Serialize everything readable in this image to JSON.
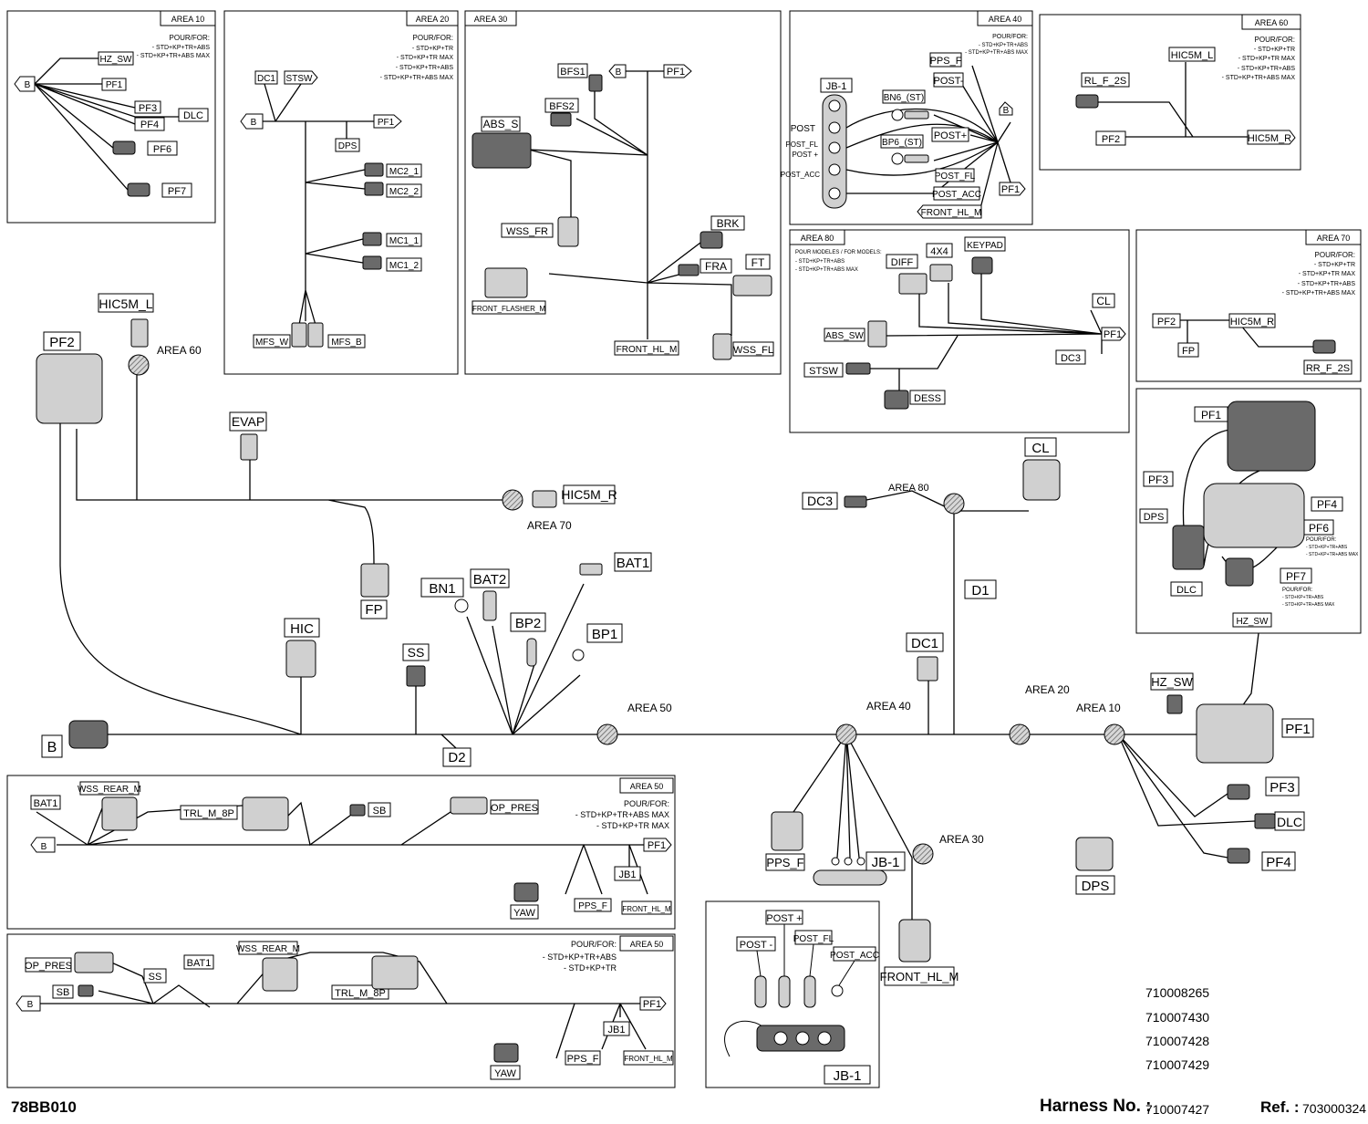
{
  "diagram_code": "78BB010",
  "harness": {
    "label": "Harness No. :",
    "numbers": [
      "710008265",
      "710007430",
      "710007428",
      "710007429",
      "710007427"
    ]
  },
  "reference": {
    "label": "Ref. :",
    "value": "703000324"
  },
  "pour_for": "POUR/FOR:",
  "pour_models": "POUR MODELES / FOR MODELS:",
  "variants": {
    "abs": "- STD+KP+TR+ABS",
    "abs_max": "- STD+KP+TR+ABS MAX",
    "tr": "- STD+KP+TR",
    "tr_max": "- STD+KP+TR MAX"
  },
  "areas": {
    "a10": "AREA 10",
    "a20": "AREA 20",
    "a30": "AREA 30",
    "a40": "AREA 40",
    "a50": "AREA 50",
    "a60": "AREA 60",
    "a70": "AREA 70",
    "a80": "AREA 80"
  },
  "connectors": {
    "B": "B",
    "PF1": "PF1",
    "PF2": "PF2",
    "PF3": "PF3",
    "PF4": "PF4",
    "PF6": "PF6",
    "PF7": "PF7",
    "HZ_SW": "HZ_SW",
    "DLC": "DLC",
    "DC1": "DC1",
    "DC3": "DC3",
    "STSW": "STSW",
    "DPS": "DPS",
    "MC2_1": "MC2_1",
    "MC2_2": "MC2_2",
    "MC1_1": "MC1_1",
    "MC1_2": "MC1_2",
    "MFS_W": "MFS_W",
    "MFS_B": "MFS_B",
    "BFS1": "BFS1",
    "BFS2": "BFS2",
    "ABS_S": "ABS_S",
    "WSS_FR": "WSS_FR",
    "WSS_FL": "WSS_FL",
    "BRK": "BRK",
    "FRA": "FRA",
    "FT": "FT",
    "FRONT_FLASHER_M": "FRONT_FLASHER_M",
    "FRONT_HL_M": "FRONT_HL_M",
    "JB1": "JB-1",
    "JB1b": "JB1",
    "POST": "POST",
    "POST_FL": "POST_FL",
    "POST_PLUS": "POST +",
    "POST_ACC": "POST_ACC",
    "POST_MINUS": "POST-",
    "POST_PLUS2": "POST+",
    "POST_MINUS2": "POST -",
    "BN6_ST": "BN6_(ST)",
    "BP6_ST": "BP6_(ST)",
    "PPS_F": "PPS_F",
    "RL_F_2S": "RL_F_2S",
    "RR_F_2S": "RR_F_2S",
    "HIC5M_L": "HIC5M_L",
    "HIC5M_R": "HIC5M_R",
    "DIFF": "DIFF",
    "X4X4": "4X4",
    "KEYPAD": "KEYPAD",
    "CL": "CL",
    "ABS_SW": "ABS_SW",
    "DESS": "DESS",
    "FP": "FP",
    "EVAP": "EVAP",
    "HIC": "HIC",
    "SS": "SS",
    "BN1": "BN1",
    "BAT2": "BAT2",
    "BAT1": "BAT1",
    "BP2": "BP2",
    "BP1": "BP1",
    "D1": "D1",
    "D2": "D2",
    "WSS_REAR_M": "WSS_REAR_M",
    "TRL_M_8P": "TRL_M_8P",
    "SB": "SB",
    "OP_PRES": "OP_PRES",
    "YAW": "YAW"
  },
  "colors": {
    "line": "#000000",
    "connector": "#6a6a6a",
    "hatch": "#9a9a9a",
    "background": "#ffffff"
  }
}
